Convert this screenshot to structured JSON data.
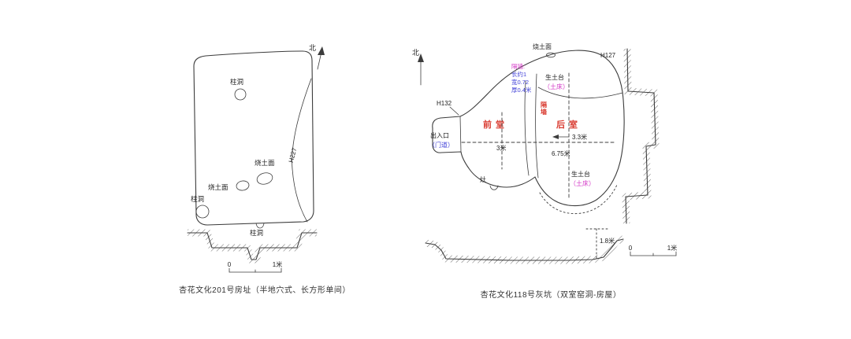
{
  "left": {
    "north": "北",
    "posthole_top": "柱洞",
    "posthole_left": "柱洞",
    "posthole_bottom": "柱洞",
    "burnt_surface_upper": "烧土面",
    "burnt_surface_lower": "烧土面",
    "pit_label": "H227",
    "scale_zero": "0",
    "scale_unit": "1米",
    "caption": "杏花文化201号房址（半地穴式、长方形单间）"
  },
  "right": {
    "north": "北",
    "burnt_surface": "烧土面",
    "pit_label": "H127",
    "pit_label_2": "H132",
    "partition_note": {
      "title": "隔墙:",
      "line1": "长约1",
      "line2": "宽0.72",
      "line3": "厚0.4米"
    },
    "partition_label": "隔墙",
    "front_hall": "前堂",
    "back_room": "后室",
    "entrance": "出入口",
    "entrance_sub": "（门道）",
    "platform_top": "生土台",
    "platform_top_sub": "（土床）",
    "platform_bottom": "生土台",
    "platform_bottom_sub": "（土床）",
    "stove": "灶",
    "dim_front_width": "3米",
    "dim_back_width": "3.3米",
    "dim_length": "6.75米",
    "dim_depth": "1.8米",
    "scale_zero": "0",
    "scale_unit": "1米",
    "caption": "杏花文化118号灰坑（双室窑洞-房屋）"
  },
  "colors": {
    "ink": "#3c3c3c",
    "red": "#d93a2f",
    "blue": "#4444d8",
    "magenta": "#d43bc7"
  }
}
